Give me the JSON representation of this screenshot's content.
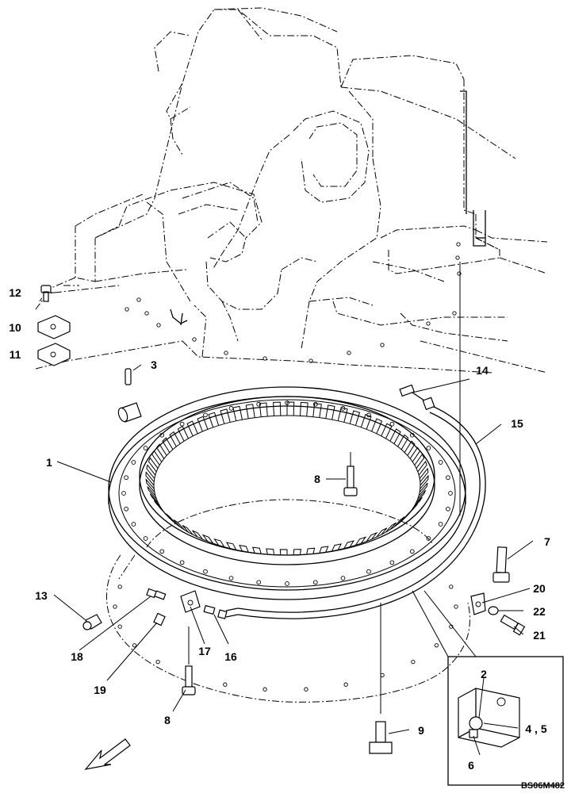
{
  "diagram": {
    "drawing_code": "BS06M482",
    "callouts": [
      {
        "id": "c1",
        "label": "1"
      },
      {
        "id": "c2",
        "label": "2"
      },
      {
        "id": "c3",
        "label": "3"
      },
      {
        "id": "c45",
        "label": "4 , 5"
      },
      {
        "id": "c6",
        "label": "6"
      },
      {
        "id": "c7",
        "label": "7"
      },
      {
        "id": "c8a",
        "label": "8"
      },
      {
        "id": "c8b",
        "label": "8"
      },
      {
        "id": "c9",
        "label": "9"
      },
      {
        "id": "c10",
        "label": "10"
      },
      {
        "id": "c11",
        "label": "11"
      },
      {
        "id": "c12",
        "label": "12"
      },
      {
        "id": "c13",
        "label": "13"
      },
      {
        "id": "c14",
        "label": "14"
      },
      {
        "id": "c15",
        "label": "15"
      },
      {
        "id": "c16",
        "label": "16"
      },
      {
        "id": "c17",
        "label": "17"
      },
      {
        "id": "c18",
        "label": "18"
      },
      {
        "id": "c19",
        "label": "19"
      },
      {
        "id": "c20",
        "label": "20"
      },
      {
        "id": "c21",
        "label": "21"
      },
      {
        "id": "c22",
        "label": "22"
      }
    ]
  }
}
